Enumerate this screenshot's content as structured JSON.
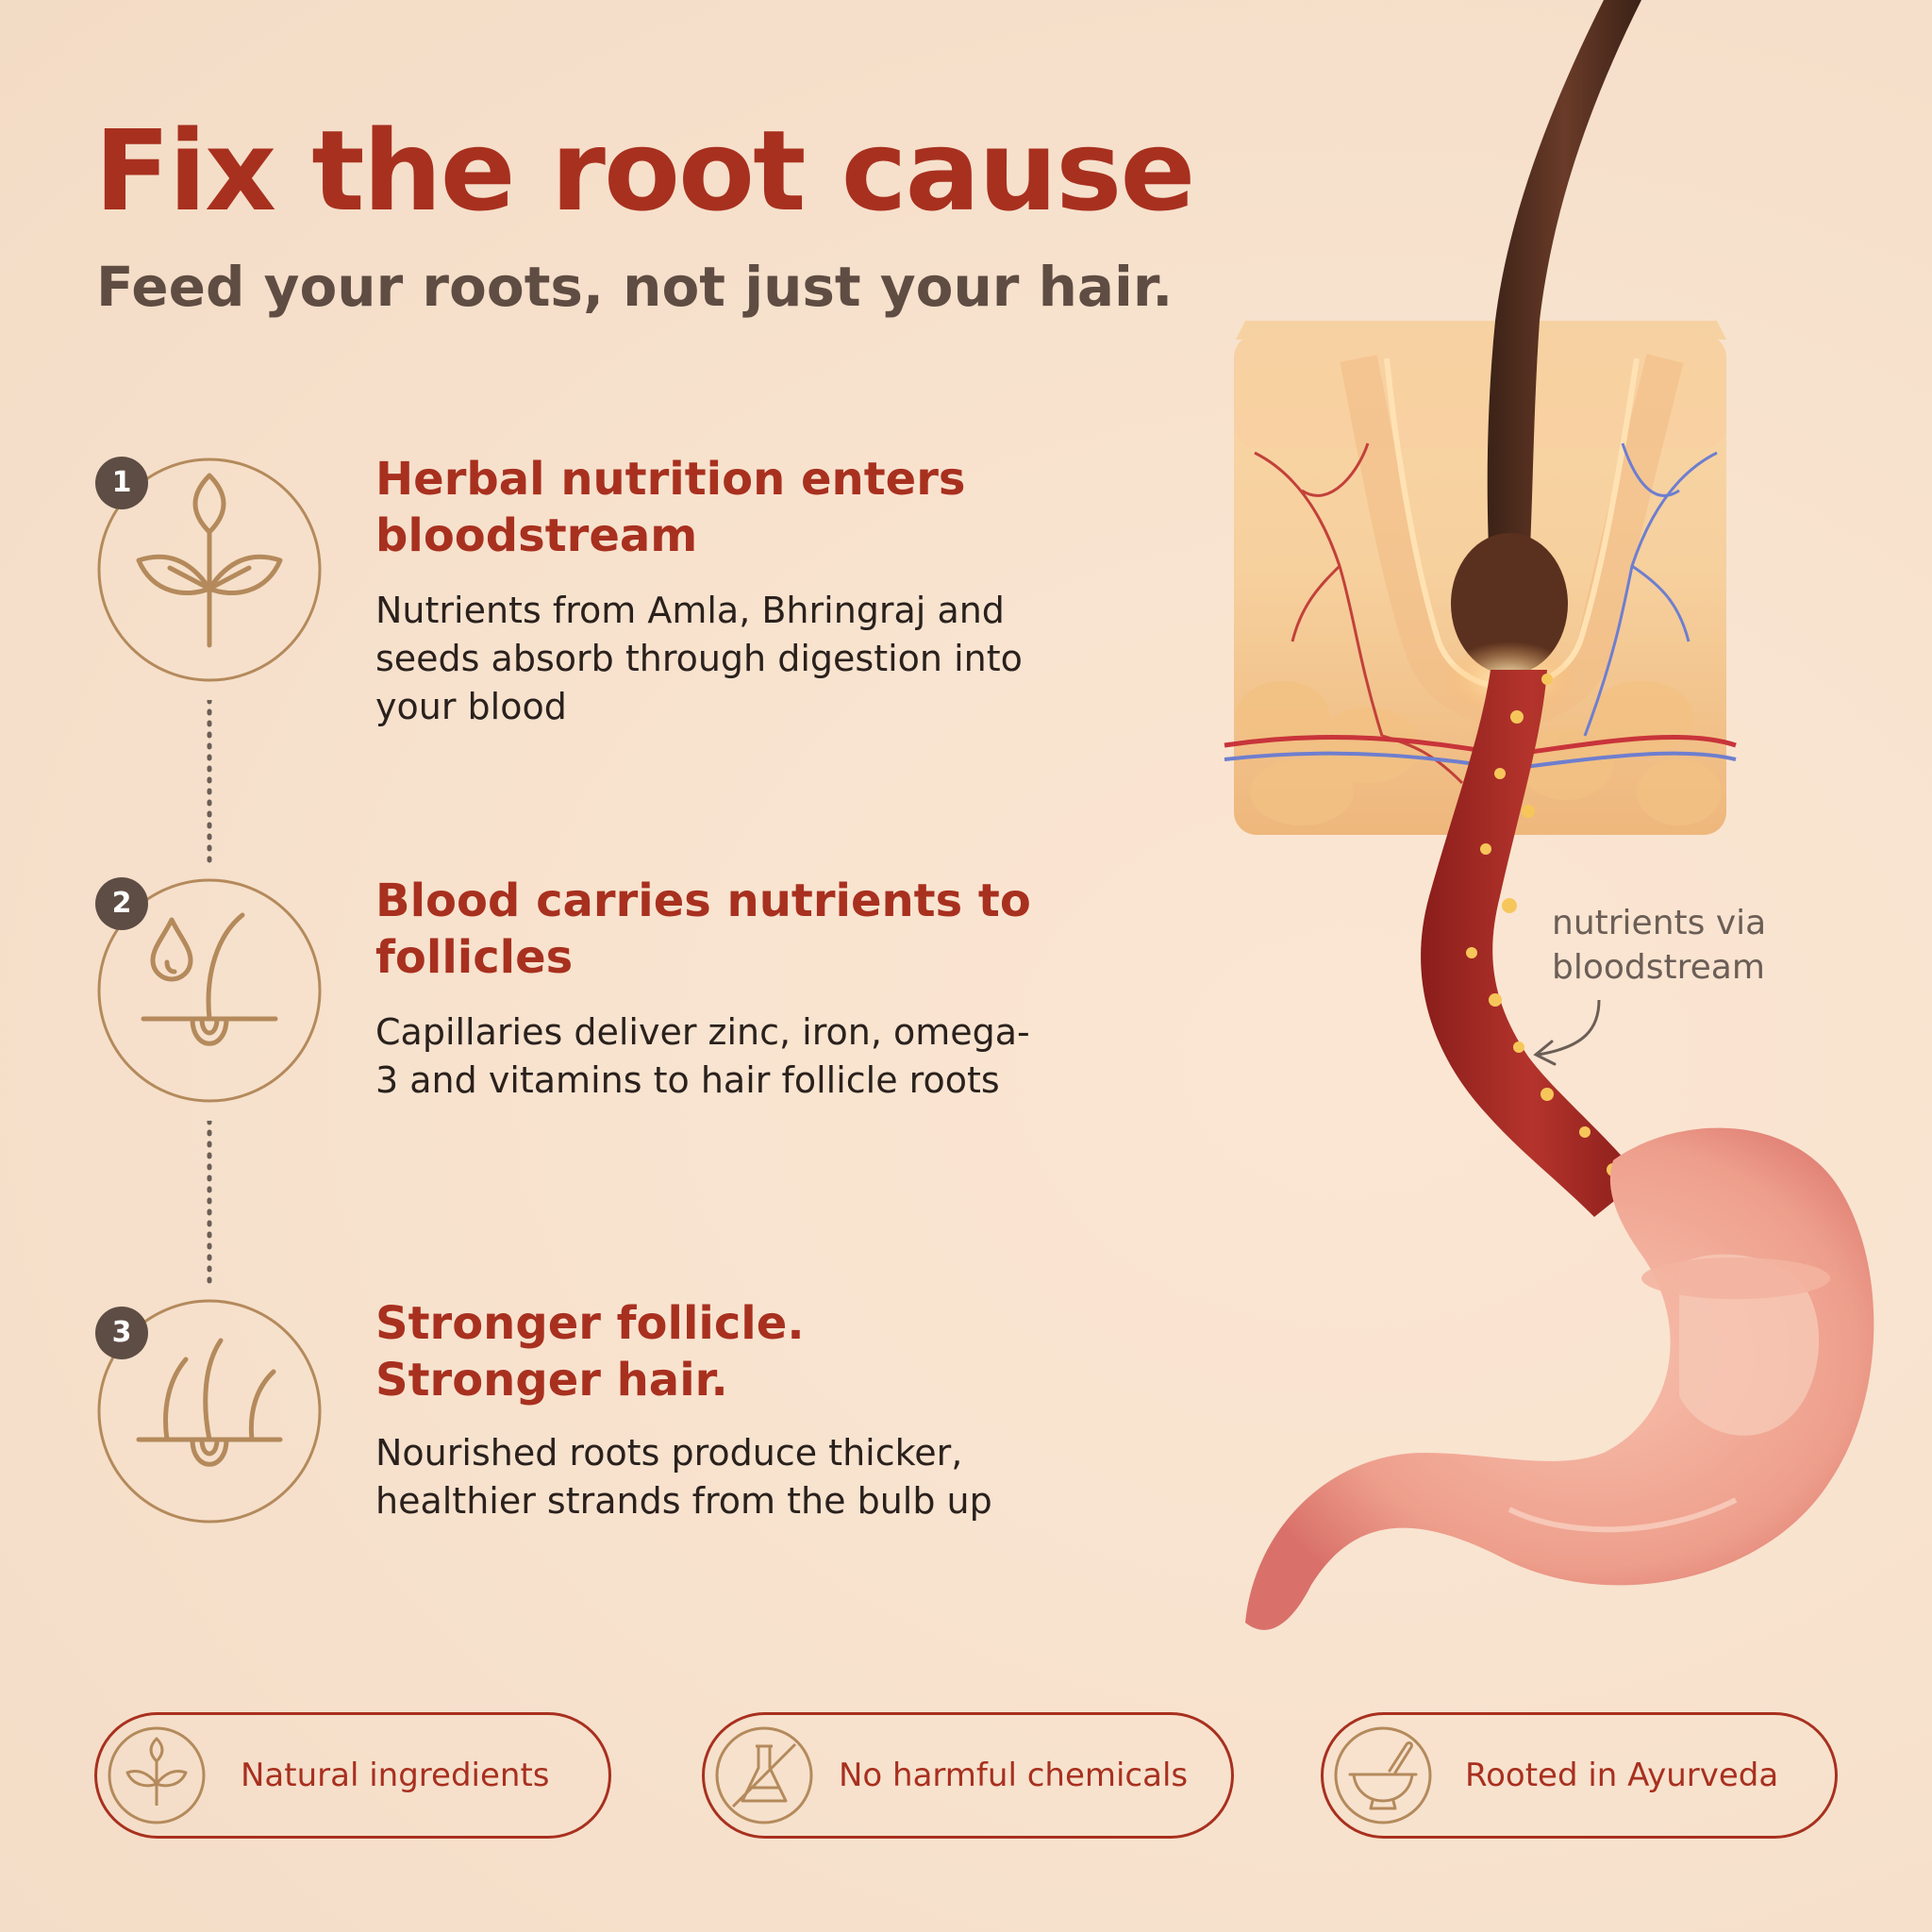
{
  "header": {
    "title": "Fix the root cause",
    "subtitle": "Feed your roots, not just your hair."
  },
  "steps": [
    {
      "number": "1",
      "title": "Herbal nutrition enters bloodstream",
      "body": "Nutrients from Amla, Bhringraj and seeds absorb through digestion into your blood",
      "icon": "leaf-sprout-icon"
    },
    {
      "number": "2",
      "title": "Blood carries nutrients to follicles",
      "body": "Capillaries deliver zinc, iron, omega-3 and vitamins to hair follicle roots",
      "icon": "droplet-follicle-icon"
    },
    {
      "number": "3",
      "title": "Stronger follicle. Stronger hair.",
      "body": "Nourished roots produce thicker, healthier strands from the bulb up",
      "icon": "hair-strands-icon"
    }
  ],
  "diagram": {
    "annotation": "nutrients via bloodstream"
  },
  "badges": [
    {
      "label": "Natural ingredients",
      "icon": "leaf-icon"
    },
    {
      "label": "No harmful chemicals",
      "icon": "no-chemicals-flask-icon"
    },
    {
      "label": "Rooted in Ayurveda",
      "icon": "mortar-pestle-icon"
    }
  ],
  "colors": {
    "accent": "#a8301f",
    "icon_gold": "#b48a5c",
    "text_dark": "#2a211d",
    "subtitle_gray": "#5f4c42",
    "background": "#f8e3cf"
  }
}
